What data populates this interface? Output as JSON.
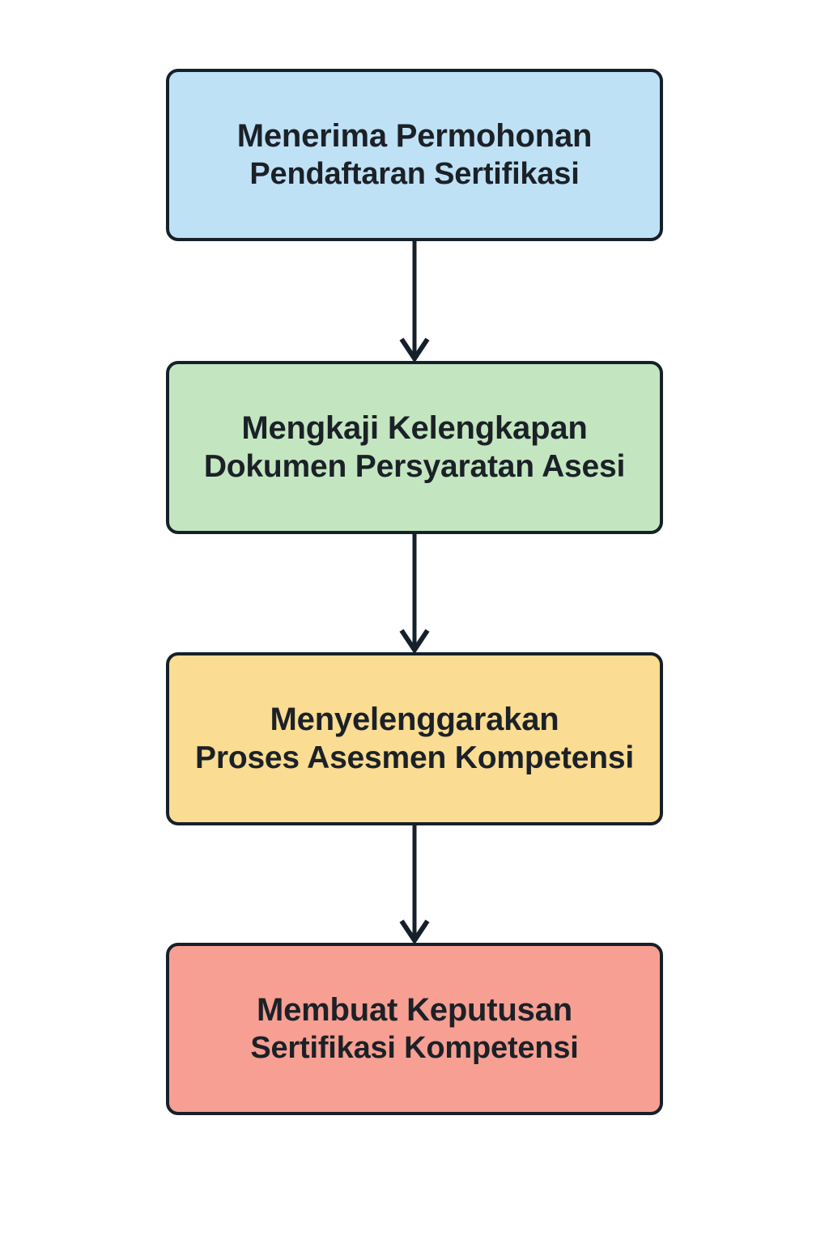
{
  "diagram": {
    "type": "flowchart",
    "orientation": "vertical-top-to-bottom",
    "background_color": "#ffffff",
    "border_color": "#16202a",
    "text_color": "#1b2127",
    "nodes": [
      {
        "id": "node-1",
        "line1": "Menerima Permohonan",
        "line2": "Pendaftaran Sertifikasi",
        "fill_color": "#bfe1f6",
        "shape": "rounded-rectangle"
      },
      {
        "id": "node-2",
        "line1": "Mengkaji Kelengkapan",
        "line2": "Dokumen Persyaratan Asesi",
        "fill_color": "#c3e6c0",
        "shape": "rounded-rectangle"
      },
      {
        "id": "node-3",
        "line1": "Menyelenggarakan",
        "line2": "Proses Asesmen Kompetensi",
        "fill_color": "#fadc92",
        "shape": "rounded-rectangle"
      },
      {
        "id": "node-4",
        "line1": "Membuat Keputusan",
        "line2": "Sertifikasi Kompetensi",
        "fill_color": "#f79f92",
        "shape": "rounded-rectangle"
      }
    ],
    "connectors": [
      {
        "id": "connector-1",
        "from": "node-1",
        "to": "node-2",
        "style": "arrow-down"
      },
      {
        "id": "connector-2",
        "from": "node-2",
        "to": "node-3",
        "style": "arrow-down"
      },
      {
        "id": "connector-3",
        "from": "node-3",
        "to": "node-4",
        "style": "arrow-down"
      }
    ]
  }
}
